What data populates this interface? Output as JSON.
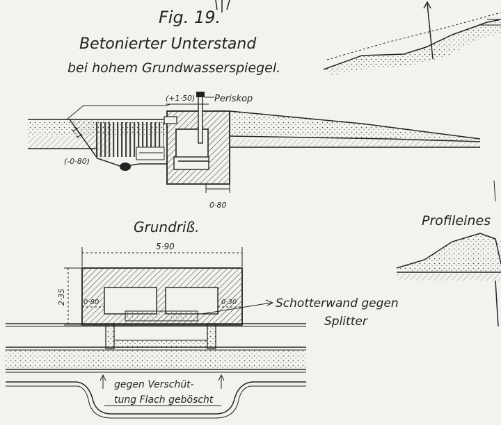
{
  "figure": {
    "number": "Fig. 19.",
    "title_line1": "Betonierter Unterstand",
    "title_line2": "bei hohem Grundwasserspiegel."
  },
  "section_view": {
    "label_periscope": "Periskop",
    "label_height": "(+1·50)",
    "label_slope": "1:1",
    "label_depth": "(-0·80)",
    "label_wall": "0·80"
  },
  "plan_view": {
    "heading": "Grundriß.",
    "dim_width": "5·90",
    "dim_height": "2·35",
    "dim_left": "0·80",
    "dim_right": "0·30",
    "label_gravel_line1": "Schotterwand gegen",
    "label_gravel_line2": "Splitter",
    "label_note_line1": "gegen Verschüt-",
    "label_note_line2": "tung Flach geböscht"
  },
  "right_fragment": {
    "label_partial": "Profileines"
  }
}
